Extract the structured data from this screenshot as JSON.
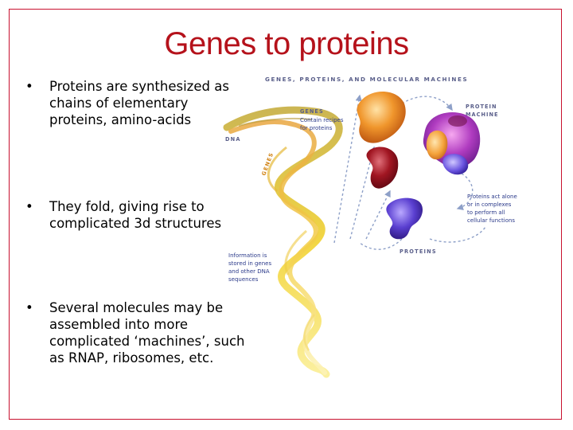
{
  "slide": {
    "title": "Genes to proteins",
    "bullets": [
      {
        "lines": [
          "Proteins are synthesized as",
          "chains of elementary",
          "proteins, amino-acids"
        ]
      },
      {
        "lines": [
          "They fold, giving rise to",
          "complicated 3d structures"
        ]
      },
      {
        "lines": [
          "Several molecules may be",
          "assembled into more",
          "complicated ‘machines’, such",
          "as RNAP, ribosomes, etc."
        ]
      }
    ],
    "bullet_symbol": "•"
  },
  "figure": {
    "header": "GENES, PROTEINS, AND MOLECULAR MACHINES",
    "dna_label": "DNA",
    "genes_ribbon_label": "GENES",
    "genes_label": "GENES",
    "genes_desc": [
      "Contain recipes",
      "for proteins"
    ],
    "machine_label": [
      "PROTEIN",
      "MACHINE"
    ],
    "proteins_act": [
      "Proteins act alone",
      "or in complexes",
      "to perform all",
      "cellular functions"
    ],
    "proteins_label": "PROTEINS",
    "info": [
      "Information is",
      "stored in genes",
      "and other DNA",
      "sequences"
    ],
    "colors": {
      "title": "#b5121b",
      "frame": "#c8102e",
      "label_text": "#2b3a8a",
      "header_text": "#5a5f8a"
    }
  }
}
